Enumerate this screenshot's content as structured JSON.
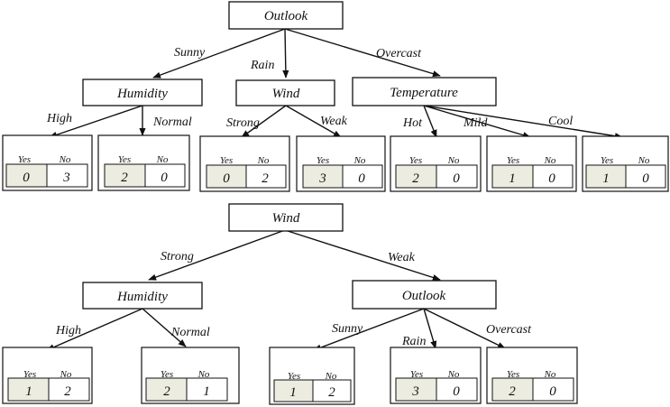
{
  "tree1": {
    "root": {
      "label": "Outlook"
    },
    "edges_root": {
      "sunny": "Sunny",
      "rain": "Rain",
      "overcast": "Overcast"
    },
    "humidity": {
      "label": "Humidity",
      "edges": {
        "high": "High",
        "normal": "Normal"
      },
      "leaves": {
        "high": {
          "yes_label": "Yes",
          "no_label": "No",
          "yes": "0",
          "no": "3"
        },
        "normal": {
          "yes_label": "Yes",
          "no_label": "No",
          "yes": "2",
          "no": "0"
        }
      }
    },
    "wind": {
      "label": "Wind",
      "edges": {
        "strong": "Strong",
        "weak": "Weak"
      },
      "leaves": {
        "strong": {
          "yes_label": "Yes",
          "no_label": "No",
          "yes": "0",
          "no": "2"
        },
        "weak": {
          "yes_label": "Yes",
          "no_label": "No",
          "yes": "3",
          "no": "0"
        }
      }
    },
    "temperature": {
      "label": "Temperature",
      "edges": {
        "hot": "Hot",
        "mild": "Mild",
        "cool": "Cool"
      },
      "leaves": {
        "hot": {
          "yes_label": "Yes",
          "no_label": "No",
          "yes": "2",
          "no": "0"
        },
        "mild": {
          "yes_label": "Yes",
          "no_label": "No",
          "yes": "1",
          "no": "0"
        },
        "cool": {
          "yes_label": "Yes",
          "no_label": "No",
          "yes": "1",
          "no": "0"
        }
      }
    }
  },
  "tree2": {
    "root": {
      "label": "Wind"
    },
    "edges_root": {
      "strong": "Strong",
      "weak": "Weak"
    },
    "humidity": {
      "label": "Humidity",
      "edges": {
        "high": "High",
        "normal": "Normal"
      },
      "leaves": {
        "high": {
          "yes_label": "Yes",
          "no_label": "No",
          "yes": "1",
          "no": "2"
        },
        "normal": {
          "yes_label": "Yes",
          "no_label": "No",
          "yes": "2",
          "no": "1"
        }
      }
    },
    "outlook": {
      "label": "Outlook",
      "edges": {
        "sunny": "Sunny",
        "rain": "Rain",
        "overcast": "Overcast"
      },
      "leaves": {
        "sunny": {
          "yes_label": "Yes",
          "no_label": "No",
          "yes": "1",
          "no": "2"
        },
        "rain": {
          "yes_label": "Yes",
          "no_label": "No",
          "yes": "3",
          "no": "0"
        },
        "overcast": {
          "yes_label": "Yes",
          "no_label": "No",
          "yes": "2",
          "no": "0"
        }
      }
    }
  },
  "colors": {
    "yes_cell": "#ecece0",
    "line": "#111111"
  }
}
